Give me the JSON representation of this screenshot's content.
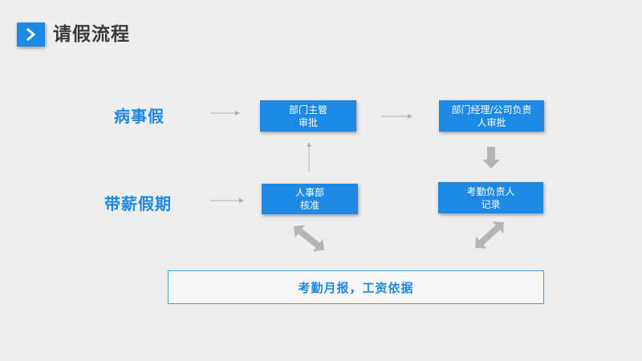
{
  "header": {
    "title": "请假流程"
  },
  "labels": {
    "sick_leave": "病事假",
    "paid_leave": "带薪假期"
  },
  "boxes": {
    "dept_head": {
      "line1": "部门主管",
      "line2": "审批"
    },
    "manager": {
      "line1": "部门经理/公司负责",
      "line2": "人审批"
    },
    "hr": {
      "line1": "人事部",
      "line2": "核准"
    },
    "attendance": {
      "line1": "考勤负责人",
      "line2": "记录"
    }
  },
  "footer": {
    "text": "考勤月报，工资依据"
  },
  "colors": {
    "accent": "#1e88e5",
    "background": "#eeeeee",
    "arrow_gray": "#b0b0b0",
    "title_text": "#3a3a3a"
  },
  "icons": {
    "title_badge": "chevron-right-icon"
  }
}
